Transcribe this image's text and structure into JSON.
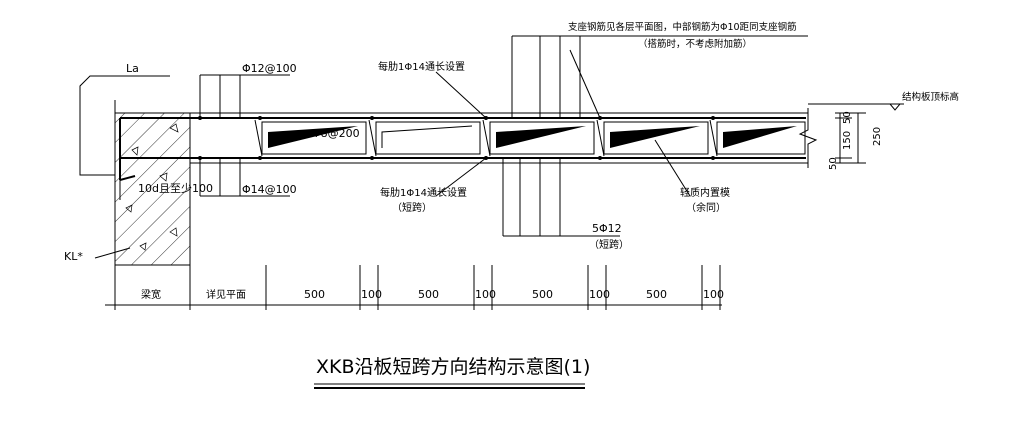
{
  "labels": {
    "la": "La",
    "top_bar": "Φ12@100",
    "through_top": "每肋1Φ14通长设置",
    "support_note_1": "支座钢筋见各层平面图，中部钢筋为Φ10距同支座钢筋",
    "support_note_2": "（搭筋时，不考虑附加筋）",
    "slab_top": "结构板顶标高",
    "stirrup": "Φ8@200",
    "hook": "10d且至少100",
    "bottom_bar": "Φ14@100",
    "through_bottom": "每肋1Φ14通长设置",
    "through_bottom_sub": "（短跨）",
    "bottom_rebar": "5Φ12",
    "bottom_rebar_sub": "（短跨）",
    "filler": "轻质内置模",
    "filler_sub": "（余同）",
    "beam_tag": "KL*",
    "dim_right_50a": "50",
    "dim_right_150": "150",
    "dim_right_50b": "50",
    "dim_right_total": "250"
  },
  "dimensions": {
    "beam_width": "梁宽",
    "see_plan": "详见平面",
    "seg": [
      "500",
      "100",
      "500",
      "100",
      "500",
      "100",
      "500",
      "100"
    ]
  },
  "caption": "XKB沿板短跨方向结构示意图(1)"
}
